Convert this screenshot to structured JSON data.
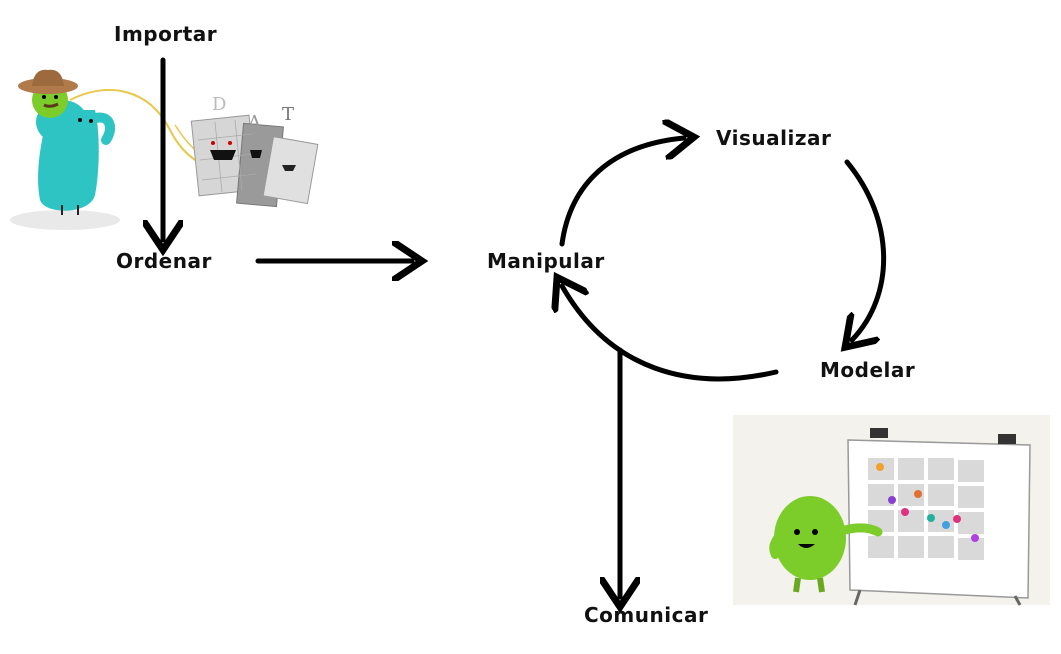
{
  "steps": {
    "importar": "Importar",
    "ordenar": "Ordenar",
    "manipular": "Manipular",
    "visualizar": "Visualizar",
    "modelar": "Modelar",
    "comunicar": "Comunicar"
  },
  "colors": {
    "arrow": "#000000",
    "monster_green": "#7ccc2a",
    "monster_teal": "#2ec4c4",
    "hat": "#b07a4a",
    "lasso": "#e6c84a",
    "data_gray": "#cfcfcf"
  },
  "illustrations": {
    "left": "monster-lasso-data-illustration",
    "right": "monster-presenting-chart-illustration"
  }
}
